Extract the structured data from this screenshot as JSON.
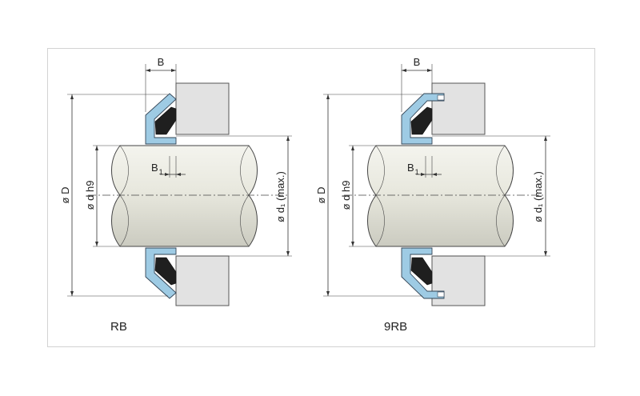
{
  "diagrams": [
    {
      "id": "rb",
      "caption": "RB",
      "labels": {
        "width": "B",
        "width_offset": "B",
        "width_offset_sub": "1",
        "outer_dia": "ø D",
        "shaft_dia": "ø d h9",
        "seal_inner_dia": "ø d₁ (max.)"
      }
    },
    {
      "id": "9rb",
      "caption": "9RB",
      "labels": {
        "width": "B",
        "width_offset": "B",
        "width_offset_sub": "1",
        "outer_dia": "ø D",
        "shaft_dia": "ø d h9",
        "seal_inner_dia": "ø d₁ (max.)"
      }
    }
  ],
  "colors": {
    "seal_body": "#9ecbe4",
    "seal_lip": "#1f1f1f",
    "housing": "#e2e2e2",
    "shaft_light": "#f2f2ea",
    "shaft_dark": "#cfcfc4"
  }
}
